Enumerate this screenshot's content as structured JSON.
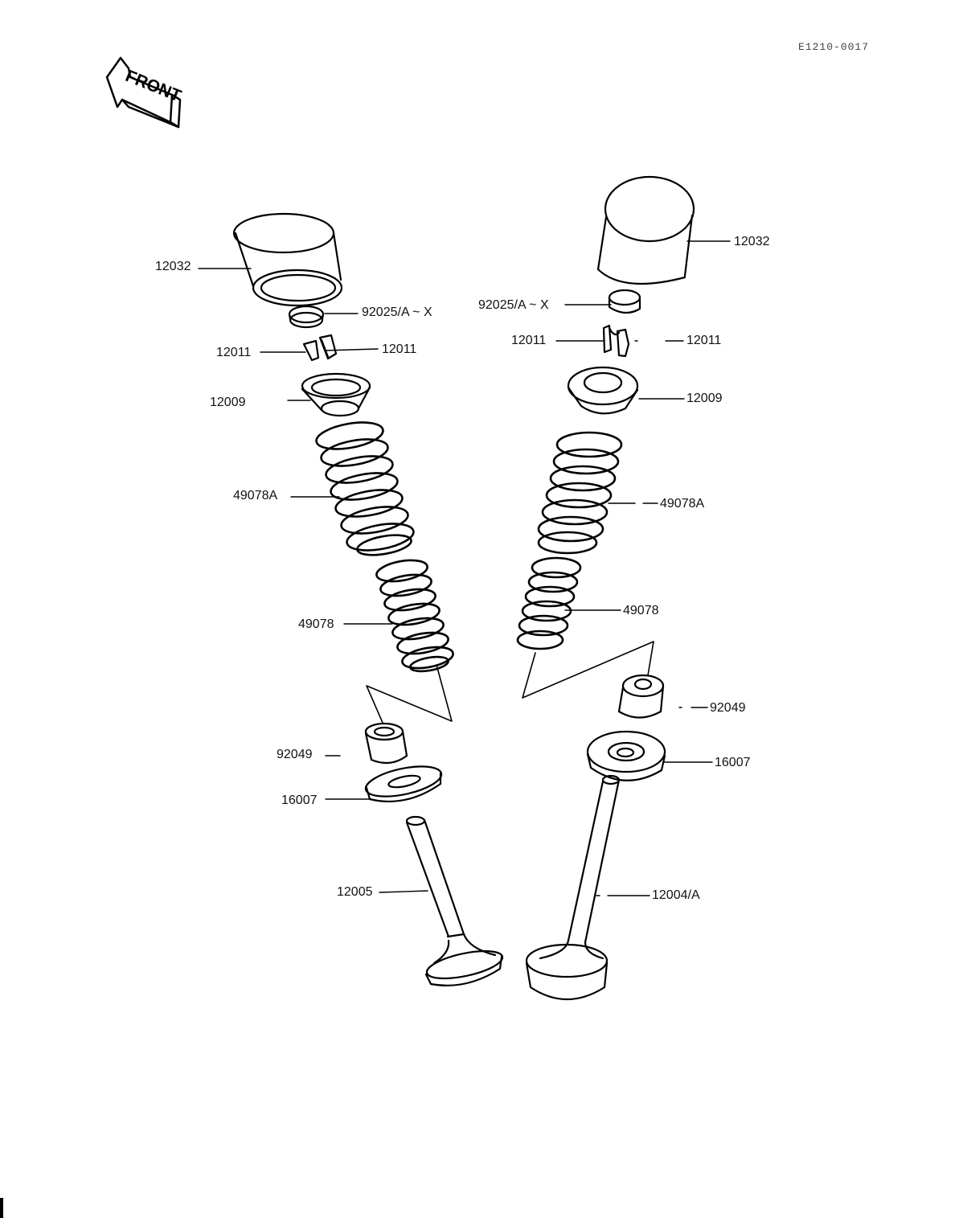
{
  "diagram": {
    "code": "E1210-0017",
    "front_label": "FRONT"
  },
  "parts": {
    "l_tappet": "12032",
    "l_shim": "92025/A ~ X",
    "l_keeper_a": "12011",
    "l_keeper_b": "12011",
    "l_retainer": "12009",
    "l_outer_spring": "49078A",
    "l_inner_spring": "49078",
    "l_stem_seal": "92049",
    "l_spring_seat": "16007",
    "l_valve": "12005",
    "r_tappet": "12032",
    "r_shim": "92025/A ~ X",
    "r_keeper_a": "12011",
    "r_keeper_b": "12011",
    "r_retainer": "12009",
    "r_outer_spring": "49078A",
    "r_inner_spring": "49078",
    "r_stem_seal": "92049",
    "r_spring_seat": "16007",
    "r_valve": "12004/A"
  }
}
